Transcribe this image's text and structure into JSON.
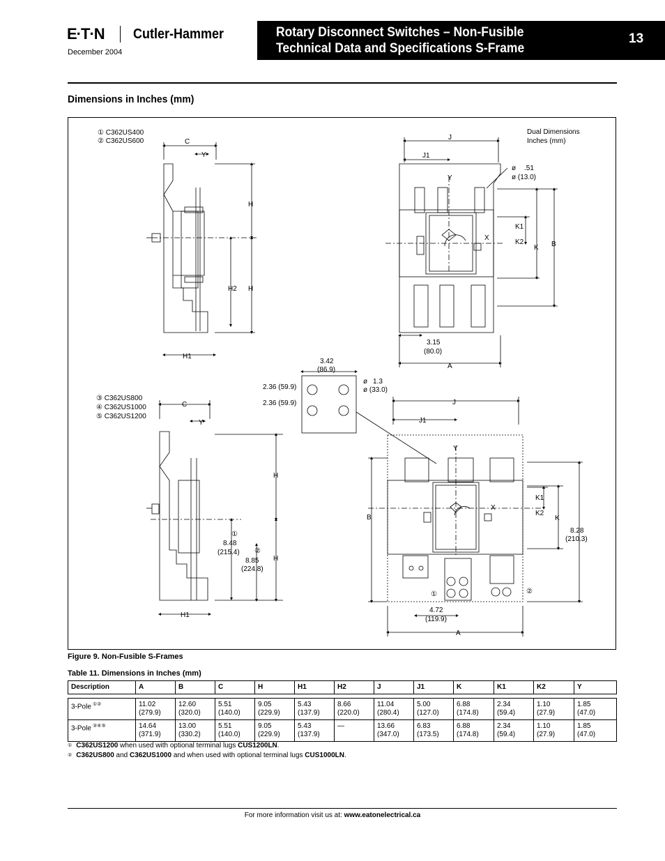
{
  "header": {
    "brand": "E·T·N",
    "brand_sub": "Cutler-Hammer",
    "date": "December 2004",
    "title_line1": "Rotary Disconnect Switches – Non-Fusible",
    "title_line2": "Technical Data and Specifications S-Frame",
    "page_number": "13"
  },
  "section_title": "Dimensions in Inches (mm)",
  "figure": {
    "note_dual": "Dual Dimensions",
    "note_dual2": "Inches (mm)",
    "top_models": [
      "① C362US400",
      "② C362US600"
    ],
    "bottom_models": [
      "③ C362US800",
      "④ C362US1000",
      "⑤ C362US1200"
    ],
    "labels": {
      "A": "A",
      "B": "B",
      "C": "C",
      "H": "H",
      "H1": "H1",
      "H2": "H2",
      "J": "J",
      "J1": "J1",
      "K": "K",
      "K1": "K1",
      "K2": "K2",
      "X": "X",
      "Y": "Y",
      "dia": "ø",
      "hole_small": ".51",
      "hole_small_mm": "ø (13.0)",
      "hole_large": "1.3",
      "hole_large_mm": "ø (33.0)",
      "d_315": "3.15",
      "d_315_mm": "(80.0)",
      "d_342": "3.42",
      "d_342_mm": "(86.9)",
      "d_236a": "2.36 (59.9)",
      "d_236b": "2.36 (59.9)",
      "d_848": "8.48",
      "d_848_mm": "(215.4)",
      "d_885": "8.85",
      "d_885_mm": "(224.8)",
      "d_828": "8.28",
      "d_828_mm": "(210.3)",
      "d_472": "4.72",
      "d_472_mm": "(119.9)",
      "c1": "①",
      "c2": "②"
    },
    "caption": "Figure 9. Non-Fusible S-Frames"
  },
  "table": {
    "caption": "Table 11. Dimensions in Inches (mm)",
    "headers": [
      "Description",
      "A",
      "B",
      "C",
      "H",
      "H1",
      "H2",
      "J",
      "J1",
      "K",
      "K1",
      "K2",
      "Y"
    ],
    "rows": [
      {
        "desc": "3-Pole",
        "desc_marks": "①②",
        "cells": [
          [
            "11.02",
            "(279.9)"
          ],
          [
            "12.60",
            "(320.0)"
          ],
          [
            "5.51",
            "(140.0)"
          ],
          [
            "9.05",
            "(229.9)"
          ],
          [
            "5.43",
            "(137.9)"
          ],
          [
            "8.66",
            "(220.0)"
          ],
          [
            "11.04",
            "(280.4)"
          ],
          [
            "5.00",
            "(127.0)"
          ],
          [
            "6.88",
            "(174.8)"
          ],
          [
            "2.34",
            "(59.4)"
          ],
          [
            "1.10",
            "(27.9)"
          ],
          [
            "1.85",
            "(47.0)"
          ]
        ]
      },
      {
        "desc": "3-Pole",
        "desc_marks": "③④⑤",
        "cells": [
          [
            "14.64",
            "(371.9)"
          ],
          [
            "13.00",
            "(330.2)"
          ],
          [
            "5.51",
            "(140.0)"
          ],
          [
            "9.05",
            "(229.9)"
          ],
          [
            "5.43",
            "(137.9)"
          ],
          [
            "—",
            ""
          ],
          [
            "13.66",
            "(347.0)"
          ],
          [
            "6.83",
            "(173.5)"
          ],
          [
            "6.88",
            "(174.8)"
          ],
          [
            "2.34",
            "(59.4)"
          ],
          [
            "1.10",
            "(27.9)"
          ],
          [
            "1.85",
            "(47.0)"
          ]
        ]
      }
    ]
  },
  "notes": [
    {
      "mark": "①",
      "parts": [
        [
          "b",
          "C362US1200"
        ],
        [
          "t",
          " when used with optional terminal lugs "
        ],
        [
          "b",
          "CUS1200LN"
        ],
        [
          "t",
          "."
        ]
      ]
    },
    {
      "mark": "②",
      "parts": [
        [
          "b",
          "C362US800"
        ],
        [
          "t",
          " and "
        ],
        [
          "b",
          "C362US1000"
        ],
        [
          "t",
          " and when used with optional terminal lugs "
        ],
        [
          "b",
          "CUS1000LN"
        ],
        [
          "t",
          "."
        ]
      ]
    }
  ],
  "footer": {
    "text": "For more information visit us at: ",
    "url": "www.eatonelectrical.ca"
  }
}
